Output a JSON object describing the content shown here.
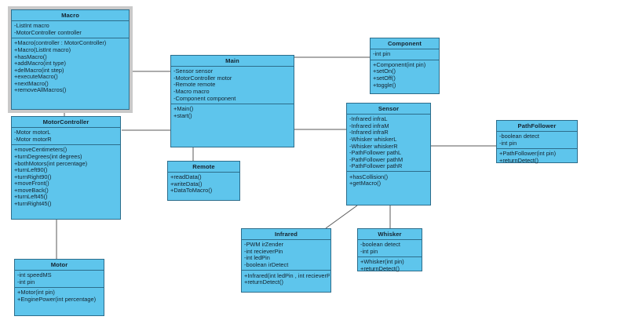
{
  "diagram": {
    "type": "uml-class-diagram",
    "background": "#ffffff",
    "class_fill": "#5ec5ec",
    "class_border": "#2d6d8b",
    "link_color": "#5a5a5a",
    "selection_color": "#c9c9c9"
  },
  "classes": {
    "macro": {
      "name": "Macro",
      "attributes": [
        "-ListInt macro",
        "-MotorController controller"
      ],
      "methods": [
        "+Macro(controller : MotorController)",
        "+Macro(ListInt macro)",
        "+hasMacro()",
        "+addMacro(int type)",
        "+delMacro(int step)",
        "+executeMacro()",
        "+nextMacro()",
        "+removeAllMacros()"
      ]
    },
    "motorcontroller": {
      "name": "MotorController",
      "attributes": [
        "-Motor motorL",
        "-Motor motorR"
      ],
      "methods": [
        "+moveCentimeters()",
        "+turnDegrees(int degrees)",
        "+bothMotors(int percentage)",
        "+turnLeft90()",
        "+turnRight90()",
        "+moveFront()",
        "+moveBack()",
        "+turnLeft45()",
        "+turnRight45()"
      ]
    },
    "motor": {
      "name": "Motor",
      "attributes": [
        "-int speedMS",
        "-int pin"
      ],
      "methods": [
        "+Motor(int pin)",
        "+EnginePower(int percentage)"
      ]
    },
    "main": {
      "name": "Main",
      "attributes": [
        "-Sensor sensor",
        "-MotorController motor",
        "-Remote remote",
        "-Macro macro",
        "-Component component"
      ],
      "methods": [
        "+Main()",
        "+start()"
      ]
    },
    "remote": {
      "name": "Remote",
      "attributes": [],
      "methods": [
        "+readData()",
        "+writeData()",
        "+DataToMacro()"
      ]
    },
    "component": {
      "name": "Component",
      "attributes": [
        "-int pin"
      ],
      "methods": [
        "+Component(int pin)",
        "+setOn()",
        "+setOff()",
        "+toggle()"
      ]
    },
    "sensor": {
      "name": "Sensor",
      "attributes": [
        "-Infrared infraL",
        "-Infrared infraM",
        "-Infrared infraR",
        "-Whisker whiskerL",
        "-Whisker whiskerR",
        "-PathFollower pathL",
        "-PathFollower pathM",
        "-PathFollower pathR"
      ],
      "methods": [
        "+hasCollision()",
        "+getMacro()"
      ]
    },
    "pathfollower": {
      "name": "PathFollower",
      "attributes": [
        "-boolean detect",
        "-int pin"
      ],
      "methods": [
        "+PathFollower(int pin)",
        "+returnDetect()"
      ]
    },
    "infrared": {
      "name": "Infrared",
      "attributes": [
        "-PWM irZender",
        "-int recieverPin",
        "-int ledPin",
        "-boolean irDetect"
      ],
      "methods": [
        "+Infrared(int ledPin , int recieverPin)",
        "+returnDetect()"
      ]
    },
    "whisker": {
      "name": "Whisker",
      "attributes": [
        "-boolean detect",
        "-int pin"
      ],
      "methods": [
        "+Whisker(int pin)",
        "+returnDetect()"
      ]
    }
  },
  "associations": [
    {
      "from": "macro",
      "to": "main"
    },
    {
      "from": "motorcontroller",
      "to": "main"
    },
    {
      "from": "motorcontroller",
      "to": "motor"
    },
    {
      "from": "main",
      "to": "component"
    },
    {
      "from": "main",
      "to": "sensor"
    },
    {
      "from": "main",
      "to": "remote"
    },
    {
      "from": "sensor",
      "to": "pathfollower"
    },
    {
      "from": "sensor",
      "to": "infrared"
    },
    {
      "from": "sensor",
      "to": "whisker"
    }
  ]
}
